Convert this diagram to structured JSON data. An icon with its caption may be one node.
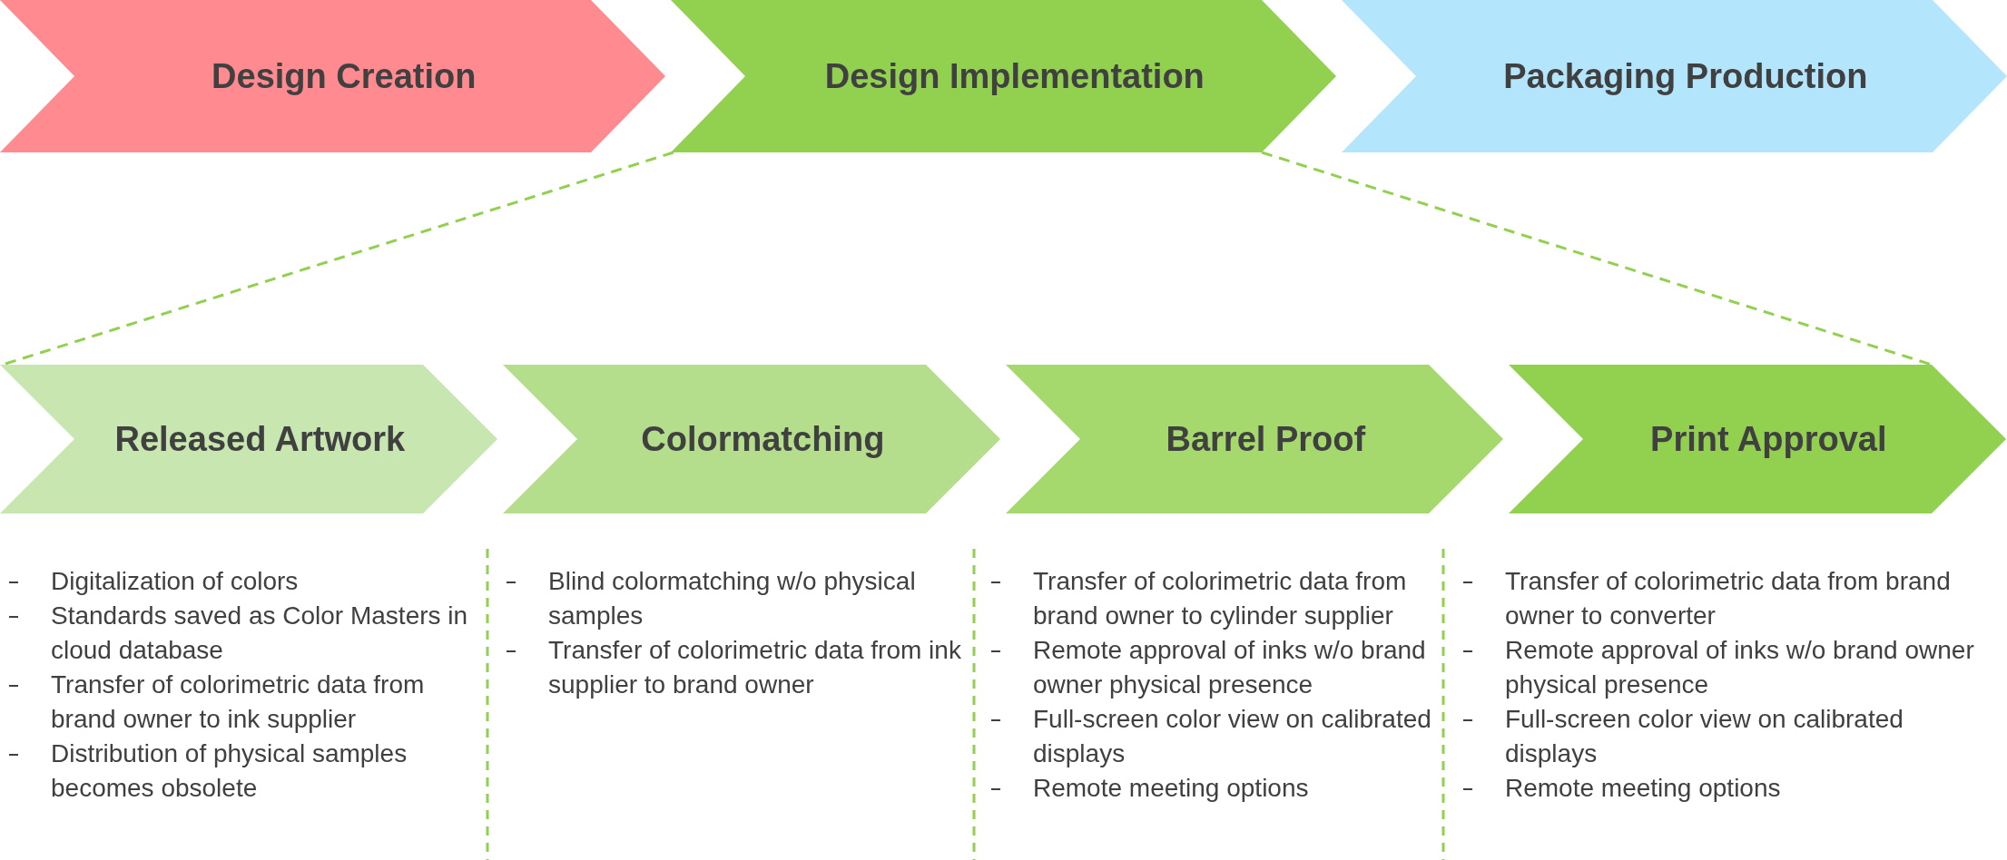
{
  "diagram": {
    "nodes": [
      {
        "text": [
          "Design Creation"
        ]
      },
      {
        "text": [
          "Design Implementation"
        ]
      },
      {
        "text": [
          "Packaging Production"
        ]
      },
      {
        "text": [
          "Released Artwork"
        ],
        "beside": [
          "Digitalization of colors",
          "Standards saved as Color Masters in cloud database",
          "Transfer of colorimetric data from brand owner to ink supplier",
          "Distribution of physical samples becomes obsolete"
        ]
      },
      {
        "text": [
          "Colormatching"
        ],
        "beside": [
          "Blind colormatching w/o physical samples",
          "Transfer of colorimetric data from ink supplier to brand owner"
        ]
      },
      {
        "text": [
          "Barrel Proof"
        ],
        "beside": [
          "Transfer of colorimetric data from brand owner to cylinder supplier",
          "Remote approval of inks w/o brand owner physical presence",
          "Full-screen color view on calibrated displays",
          "Remote meeting options"
        ]
      },
      {
        "text": [
          "Print Approval"
        ],
        "beside": [
          "Transfer of colorimetric data from brand owner to converter",
          "Remote approval of inks w/o brand owner physical presence",
          "Full-screen color view on calibrated displays",
          "Remote meeting options"
        ]
      }
    ],
    "edges": [
      {
        "from": 1,
        "to": 3,
        "arrow": "none",
        "style": "dashed",
        "color": "#92d050"
      },
      {
        "from": 1,
        "to": 6,
        "arrow": "none",
        "style": "dashed",
        "color": "#92d050"
      }
    ]
  }
}
